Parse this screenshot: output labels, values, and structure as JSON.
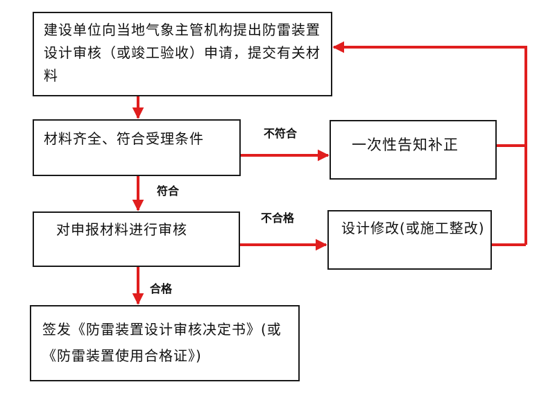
{
  "boxes": {
    "apply": "建设单位向当地气象主管机构提出防雷装置设计审核（或竣工验收）申请，提交有关材料",
    "accept": "材料齐全、符合受理条件",
    "correct": "一次性告知补正",
    "review": "对申报材料进行审核",
    "modify": "设计修改(或施工整改)",
    "issue": "签发《防雷装置设计审核决定书》(或《防雷装置使用合格证》)"
  },
  "labels": {
    "not_conform": "不符合",
    "conform": "符合",
    "fail": "不合格",
    "pass": "合格"
  },
  "colors": {
    "arrow": "#e01e1e",
    "border": "#1a1a1a",
    "text": "#111111"
  }
}
